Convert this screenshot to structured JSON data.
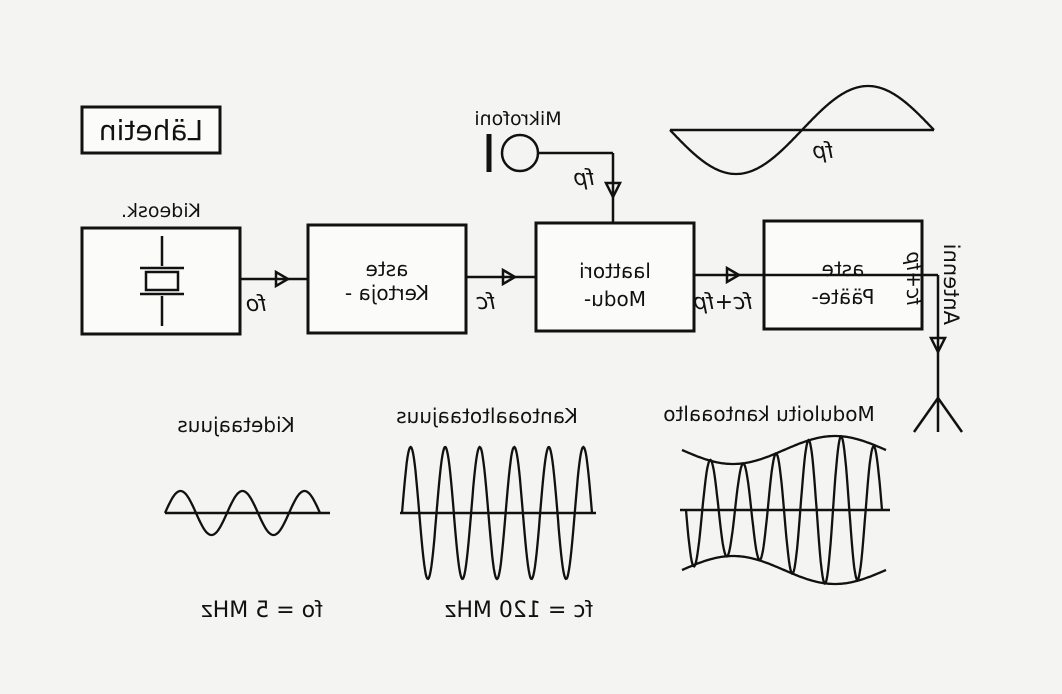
{
  "diagram": {
    "title": "Lähetin",
    "blocks": {
      "oscillator": "Kideosk.",
      "multiplier_line1": "Kertoja -",
      "multiplier_line2": "aste",
      "modulator_line1": "Modu-",
      "modulator_line2": "laattori",
      "power_line1": "Pääte-",
      "power_line2": "aste"
    },
    "microphone": "Mikrofoni",
    "antenna": "Antenni",
    "signals": {
      "fo": "fo",
      "fc": "fc",
      "fp": "fp",
      "fp_wave": "fp",
      "fc_plus_fp": "fc+fp",
      "fc_plus_fp_out": "fc+fp"
    },
    "waveforms": {
      "crystal": {
        "caption": "Kidetaajuus",
        "frequency": "fo = 5 MHz"
      },
      "carrier": {
        "caption": "Kantoaaltotaajuus",
        "frequency": "fc = 120 MHz"
      },
      "modulated": {
        "caption": "Moduloitu kantoaalto"
      }
    }
  }
}
